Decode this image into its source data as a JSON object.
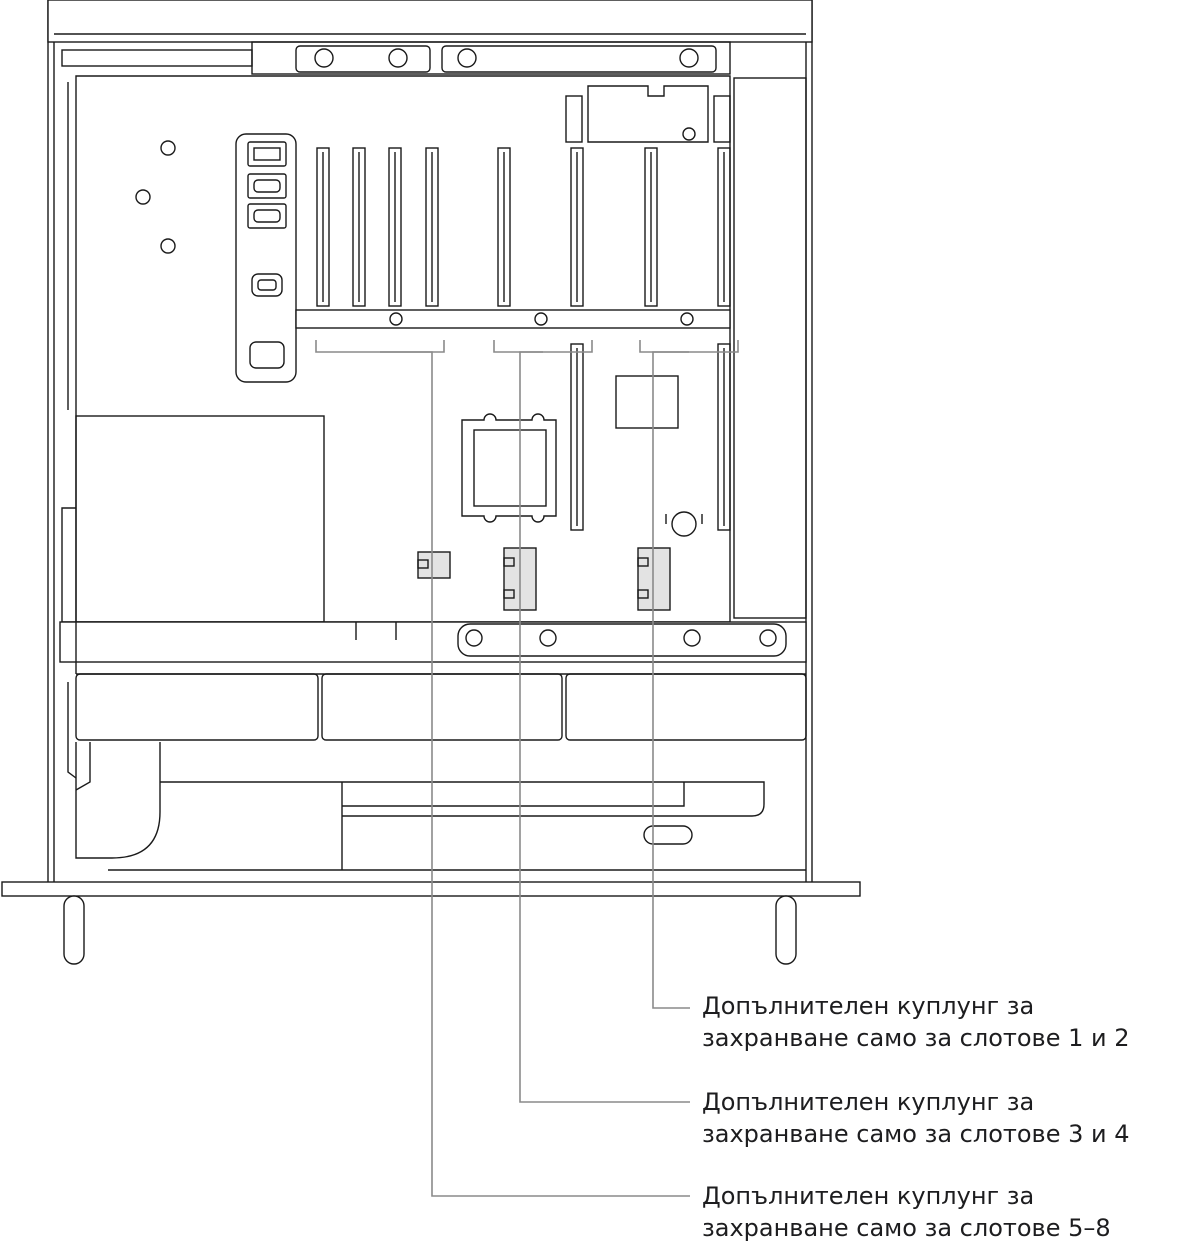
{
  "callouts": [
    {
      "line1": "Допълнителен куплунг за",
      "line2": "захранване само за слотове 1 и 2"
    },
    {
      "line1": "Допълнителен куплунг за",
      "line2": "захранване само за слотове 3 и 4"
    },
    {
      "line1": "Допълнителен куплунг за",
      "line2": "захранване само за слотове 5–8"
    }
  ],
  "colors": {
    "outline": "#1a1a1a",
    "leader_line": "#8a8a8a",
    "connector_fill": "#e3e3e3",
    "text": "#1d1d1f"
  }
}
